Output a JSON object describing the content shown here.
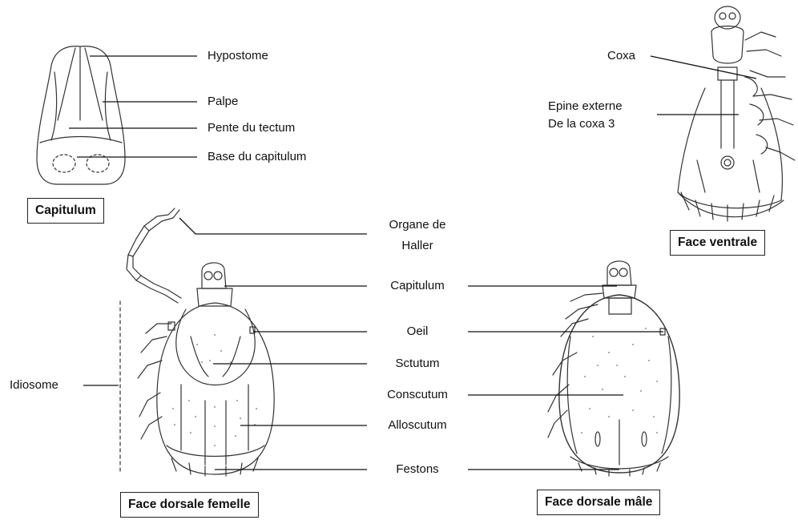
{
  "capitulum_labels": {
    "hypostome": "Hypostome",
    "palpe": "Palpe",
    "pente": "Pente du tectum",
    "base": "Base du capitulum"
  },
  "ventral_labels": {
    "coxa": "Coxa",
    "epine_line1": "Epine externe",
    "epine_line2": "De la coxa 3"
  },
  "dorsal_labels": {
    "organe_line1": "Organe de",
    "organe_line2": "Haller",
    "capitulum": "Capitulum",
    "oeil": "Oeil",
    "sctutum": "Sctutum",
    "conscutum": "Conscutum",
    "alloscutum": "Alloscutum",
    "festons": "Festons",
    "idiosome": "Idiosome"
  },
  "boxes": {
    "capitulum": "Capitulum",
    "face_ventrale": "Face ventrale",
    "face_dorsale_femelle": "Face dorsale femelle",
    "face_dorsale_male": "Face dorsale mâle"
  }
}
